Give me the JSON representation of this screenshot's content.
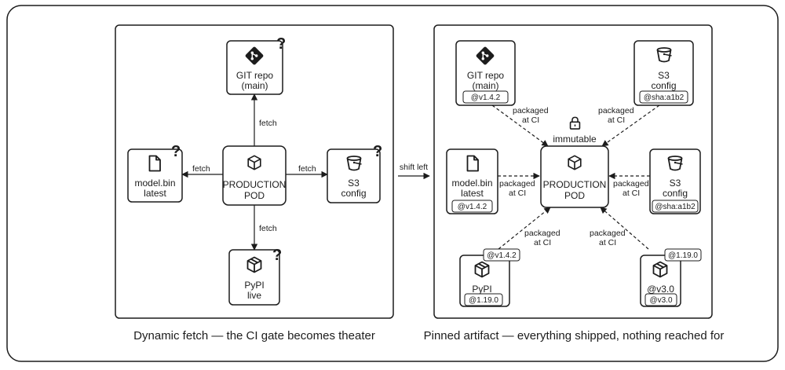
{
  "left_panel": {
    "caption": "Dynamic fetch — the CI gate becomes theater",
    "center": {
      "line1": "PRODUCTION",
      "line2": "POD"
    },
    "git": {
      "line1": "GIT repo",
      "line2": "(main)",
      "question": "?"
    },
    "model": {
      "line1": "model.bin",
      "line2": "latest",
      "question": "?"
    },
    "s3": {
      "line1": "S3",
      "line2": "config",
      "question": "?"
    },
    "pypi": {
      "line1": "PyPI",
      "line2": "live",
      "question": "?"
    },
    "edge_label": "fetch"
  },
  "transition_label": "shift left",
  "right_panel": {
    "caption": "Pinned artifact — everything shipped, nothing reached for",
    "center": {
      "line1": "PRODUCTION",
      "line2": "POD"
    },
    "immutable_label": "immutable",
    "edge_label_line1": "packaged",
    "edge_label_line2": "at CI",
    "git": {
      "line1": "GIT repo",
      "line2": "(main)",
      "tag": "@v1.4.2"
    },
    "s3_top": {
      "line1": "S3",
      "line2": "config",
      "tag": "@sha:a1b2"
    },
    "model": {
      "line1": "model.bin",
      "line2": "latest",
      "tag": "@v1.4.2"
    },
    "s3_right": {
      "line1": "S3",
      "line2": "config",
      "tag": "@sha:a1b2"
    },
    "pypi": {
      "line1": "PyPI",
      "tag_top": "@v1.4.2",
      "tag_bottom": "@1.19.0"
    },
    "pkg": {
      "line1": "@v3.0",
      "tag_top": "@1.19.0",
      "tag_bottom": "@v3.0"
    }
  },
  "icons": [
    "git-icon",
    "cube-icon",
    "bucket-icon",
    "file-icon",
    "package-icon",
    "lock-icon"
  ],
  "colors": {
    "stroke": "#1c1c1c",
    "background": "#ffffff"
  }
}
